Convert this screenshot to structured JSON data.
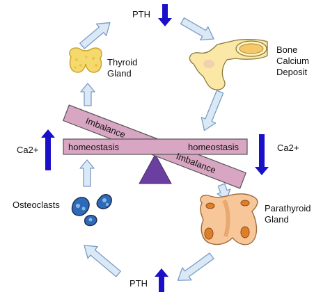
{
  "labels": {
    "pth_top": "PTH",
    "pth_bottom": "PTH",
    "ca_left": "Ca2+",
    "ca_right": "Ca2+",
    "thyroid": [
      "Thyroid",
      "Gland"
    ],
    "bone": [
      "Bone",
      "Calcium",
      "Deposit"
    ],
    "parathyroid": [
      "Parathyroid",
      "Gland"
    ],
    "osteoclasts": "Osteoclasts"
  },
  "seesaw": {
    "homeostasis_left": "homeostasis",
    "homeostasis_right": "homeostasis",
    "imbalance_top": "Imbalance",
    "imbalance_bottom": "Imbalance"
  },
  "colors": {
    "arrow_fill": "#dbe8f6",
    "arrow_stroke": "#7a9cc6",
    "indicator": "#1a10c8",
    "bar_fill": "#d8a6c2",
    "bar_stroke": "#555555",
    "fulcrum": "#6b3fa0",
    "bone": "#fbe7a6",
    "gland": "#f7c79a"
  },
  "indicators": {
    "pth_top": "down-arrow",
    "pth_bottom": "up-arrow",
    "ca_left": "up-arrow",
    "ca_right": "down-arrow"
  }
}
